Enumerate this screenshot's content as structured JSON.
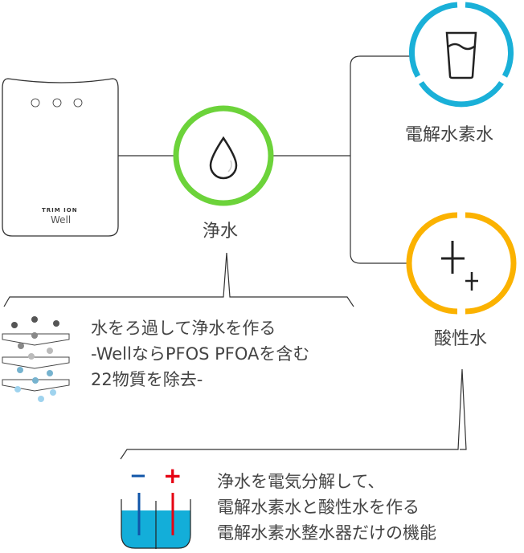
{
  "device": {
    "brand": "TRIM ION",
    "model": "Well"
  },
  "nodes": {
    "purified": {
      "label": "浄水",
      "color": "#6cd33a"
    },
    "hydrogen": {
      "label": "電解水素水",
      "color": "#1ab0d8"
    },
    "acidic": {
      "label": "酸性水",
      "color": "#fbb200"
    }
  },
  "filter_desc": [
    "水をろ過して浄水を作る",
    "-WellならPFOS PFOAを含む",
    "22物質を除去-"
  ],
  "electrolysis": {
    "minus": "−",
    "plus": "+",
    "desc": [
      "浄水を電気分解して、",
      "電解水素水と酸性水を作る",
      "電解水素水整水器だけの機能"
    ],
    "water_color": "#13aed9",
    "minus_color": "#1055a8",
    "plus_color": "#e60012"
  }
}
